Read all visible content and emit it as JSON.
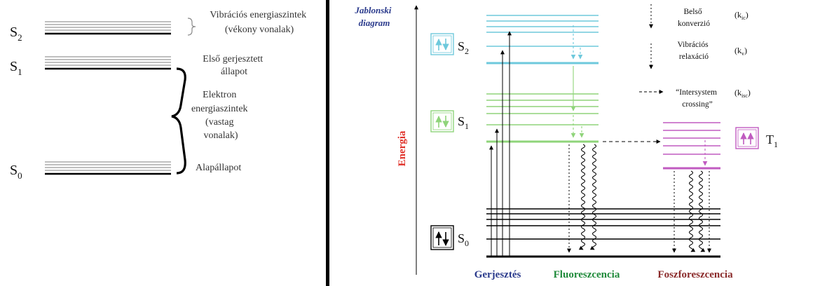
{
  "left_panel": {
    "states": {
      "s2": {
        "letter": "S",
        "sub": "2"
      },
      "s1": {
        "letter": "S",
        "sub": "1"
      },
      "s0": {
        "letter": "S",
        "sub": "0"
      }
    },
    "labels": {
      "vibrational_line1": "Vibrációs energiaszintek",
      "vibrational_line2": "(vékony vonalak)",
      "excited_line1": "Első gerjesztett",
      "excited_line2": "állapot",
      "electron_line1": "Elektron",
      "electron_line2": "energiaszintek",
      "electron_line3": "(vastag",
      "electron_line4": "vonalak)",
      "ground": "Alapállapot"
    }
  },
  "right_panel": {
    "title_line1": "Jablonski",
    "title_line2": "diagram",
    "axis_label": "Energia",
    "states": {
      "s2": {
        "letter": "S",
        "sub": "2"
      },
      "s1": {
        "letter": "S",
        "sub": "1"
      },
      "s0": {
        "letter": "S",
        "sub": "0"
      },
      "t1": {
        "letter": "T",
        "sub": "1"
      }
    },
    "legend": {
      "internal_conversion_line1": "Belső",
      "internal_conversion_line2": "konverzió",
      "internal_conversion_rate": "(k",
      "internal_conversion_rate_sub": "ic",
      "vibrational_relaxation_line1": "Vibrációs",
      "vibrational_relaxation_line2": "relaxáció",
      "vibrational_relaxation_rate": "(k",
      "vibrational_relaxation_rate_sub": "v",
      "isc_line1": "“Intersystem",
      "isc_line2": "crossing”",
      "isc_rate": "(k",
      "isc_rate_sub": "isc",
      "rate_close": ")"
    },
    "bottom_labels": {
      "excitation": "Gerjesztés",
      "fluorescence": "Fluoreszcencia",
      "phosphorescence": "Foszforeszcencia"
    },
    "colors": {
      "s2": "#6ec9dc",
      "s1": "#8fd47a",
      "t1": "#c05bc0",
      "title_blue": "#2a3a8c",
      "energia_red": "#e0322a",
      "fluorescence_green": "#1f8a3a",
      "phosphorescence_red": "#8a2a2a",
      "excitation_blue": "#2a3a8c"
    }
  }
}
